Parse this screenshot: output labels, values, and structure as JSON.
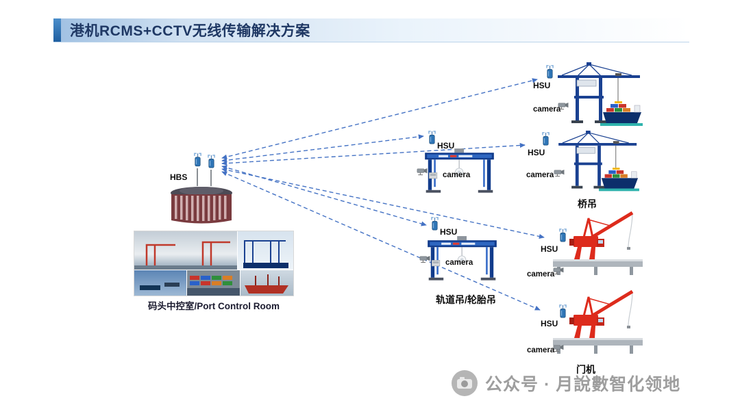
{
  "slide": {
    "title": "港机RCMS+CCTV无线传输解决方案"
  },
  "diagram": {
    "hbs": {
      "label": "HBS"
    },
    "control_room": {
      "caption": "码头中控室/Port Control Room"
    },
    "clusters": [
      {
        "hsu_label": "HSU",
        "camera_label": "camera"
      },
      {
        "hsu_label": "HSU",
        "camera_label": "camera",
        "name": "桥吊"
      },
      {
        "hsu_label": "HSU",
        "camera_label": "camera"
      },
      {
        "hsu_label": "HSU",
        "camera_label": "camera",
        "name": "轨道吊/轮胎吊"
      },
      {
        "hsu_label": "HSU",
        "camera_label": "camera"
      },
      {
        "hsu_label": "HSU",
        "camera_label": "camera",
        "name": "门机"
      }
    ]
  },
  "watermark": {
    "text": "公众号 · 月說數智化领地"
  },
  "colors": {
    "title": "#1F3864",
    "accent_bar": "#2E75B6",
    "arrow": "#4472C4",
    "crane_blue": "#1A4191",
    "crane_red": "#DD2B1C"
  }
}
